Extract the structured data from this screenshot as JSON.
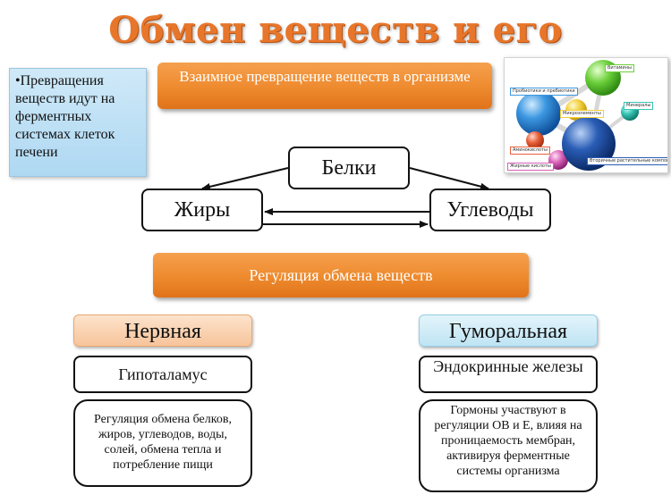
{
  "title": "Обмен веществ и его регуляция",
  "note": "•Превращения веществ идут на ферментных системах клеток печени",
  "top_bar": "Взаимное превращение веществ в организме",
  "nodes": {
    "proteins": "Белки",
    "fats": "Жиры",
    "carbs": "Углеводы"
  },
  "regulation_bar": "Регуляция обмена веществ",
  "nervous": {
    "header": "Нервная",
    "center": "Гипоталамус",
    "description": "Регуляция обмена белков, жиров, углеводов, воды, солей, обмена тепла и потребление пищи"
  },
  "humoral": {
    "header": "Гуморальная",
    "center": "Эндокринные железы",
    "description": "Гормоны участвуют в регуляции ОВ и Е, влияя на проницаемость мембран, активируя ферментные системы организма"
  },
  "image_labels": {
    "vitamins": "Витамины",
    "probiotics": "Пробиотики и пребиотики",
    "minerals": "Минералы",
    "microelements": "Микроэлементы",
    "amino_acids": "Аминокислоты",
    "fatty_acids": "Жирные кислоты",
    "secondary": "Вторичные растительные компоненты"
  },
  "colors": {
    "title": "#e8762a",
    "orange_bar": "#ee8a2e",
    "note_bg": "#aed8f2",
    "nervous_header": "#f7c49a",
    "humoral_header": "#bfe4f4"
  }
}
